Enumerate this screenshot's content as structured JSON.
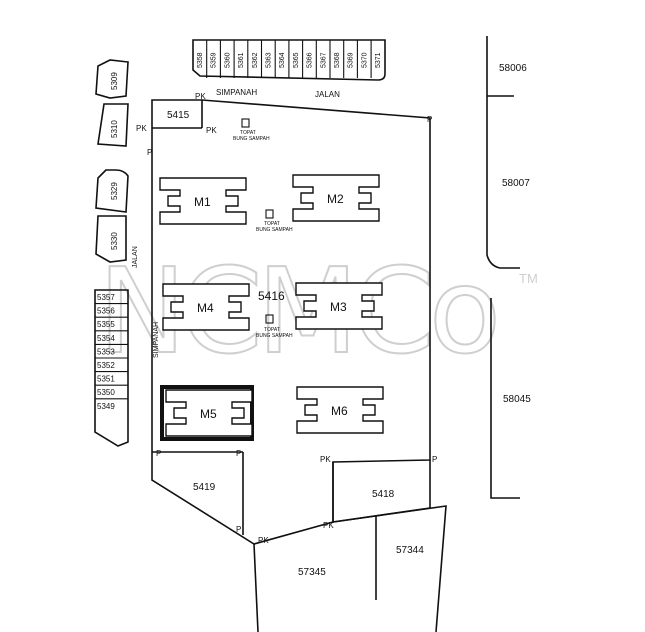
{
  "top_lots": [
    "5358",
    "5359",
    "5360",
    "5361",
    "5362",
    "5363",
    "5364",
    "5365",
    "5366",
    "5367",
    "5368",
    "5369",
    "5370",
    "5371"
  ],
  "road_top": {
    "w1": "SIMPANAH",
    "w2": "JALAN"
  },
  "road_left": {
    "w1": "JALAN",
    "w2": "SIMPANAH"
  },
  "left_lots": {
    "upper": [
      "5309",
      "5310",
      "5329",
      "5330"
    ],
    "stack": [
      "5357",
      "5356",
      "5355",
      "5354",
      "5353",
      "5352",
      "5351",
      "5350",
      "5349"
    ]
  },
  "right_lots": [
    "58006",
    "58007",
    "58045"
  ],
  "site": {
    "lot_main": "5416",
    "lot_top": "5415",
    "lot_bl": "5419",
    "lot_br": "5418",
    "lot_bottom_left": "57345",
    "lot_bottom_right": "57344"
  },
  "units": [
    {
      "id": "M1",
      "highlight": false
    },
    {
      "id": "M2",
      "highlight": false
    },
    {
      "id": "M4",
      "highlight": false
    },
    {
      "id": "M3",
      "highlight": false
    },
    {
      "id": "M5",
      "highlight": true
    },
    {
      "id": "M6",
      "highlight": false
    }
  ],
  "markers": {
    "pk": "PK",
    "p": "P"
  },
  "tanks": {
    "l1": "TOPAT",
    "l2": "BUNG SAMPAH"
  },
  "watermark": {
    "text": "NCMCo",
    "tm": "TM"
  }
}
